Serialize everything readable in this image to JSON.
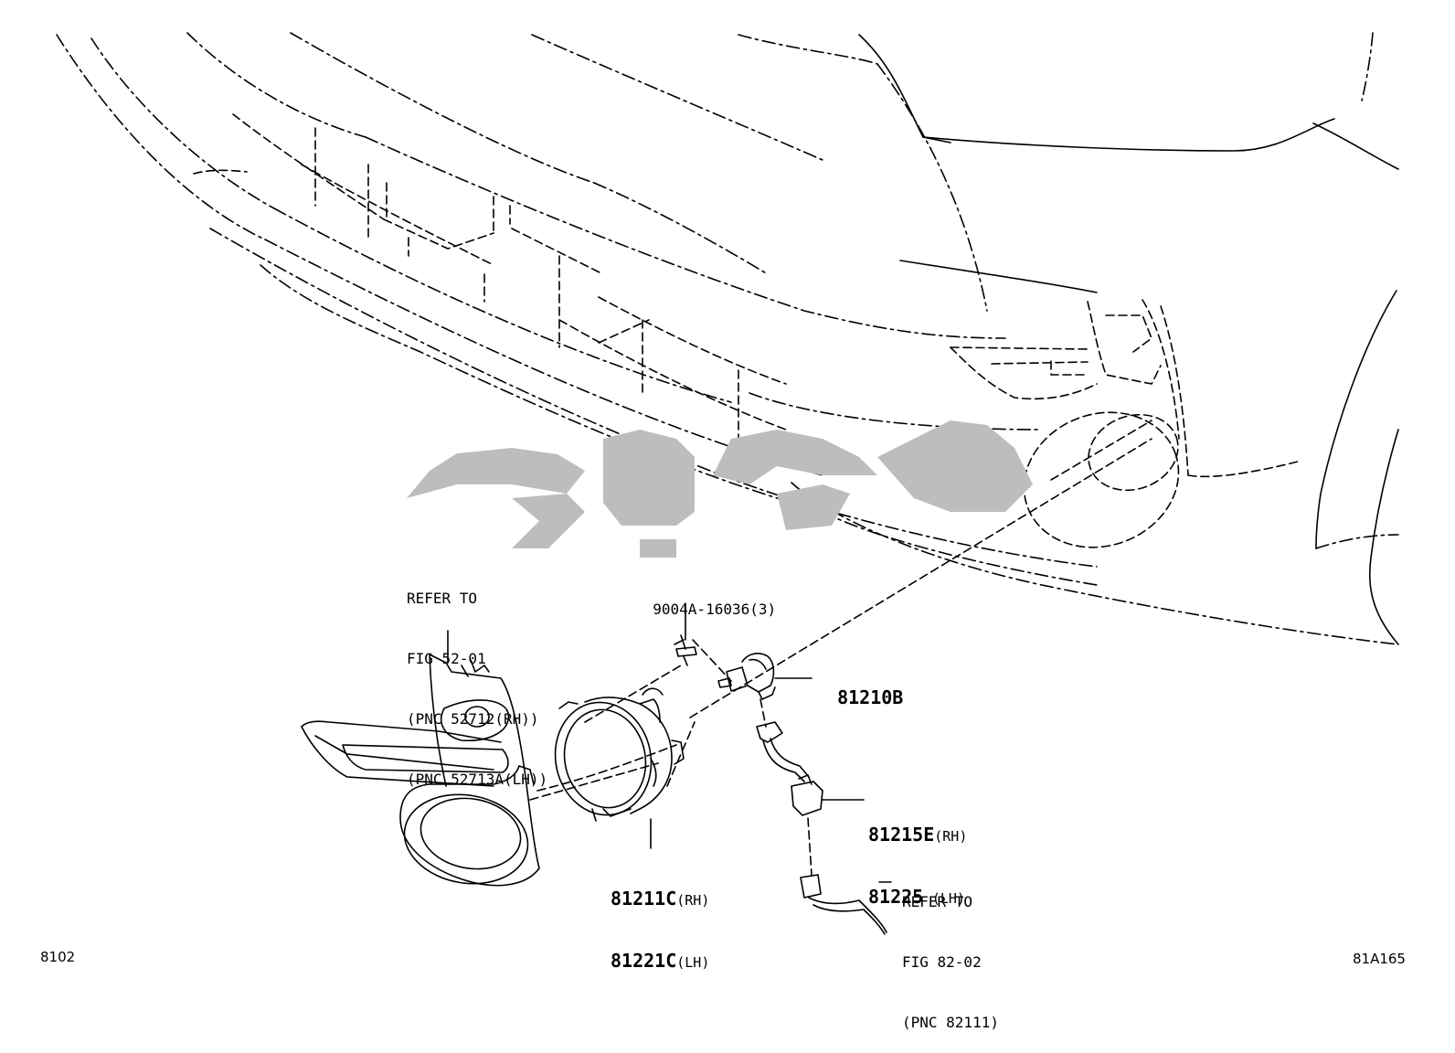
{
  "labels": {
    "refer_bumper": [
      "REFER TO",
      "FIG 52-01",
      "(PNC 52712(RH))",
      "(PNC 52713A(LH))"
    ],
    "bolt": "9004A-16036(3)",
    "bulb": "81210B",
    "socket_rh_code": "81215E",
    "socket_rh_side": "(RH)",
    "socket_lh_code": "81225",
    "socket_lh_side": "(LH)",
    "lamp_rh_code": "81211C",
    "lamp_rh_side": "(RH)",
    "lamp_lh_code": "81221C",
    "lamp_lh_side": "(LH)",
    "refer_wiring": [
      "REFER TO",
      "FIG 82-02",
      "(PNC 82111)"
    ]
  },
  "footer": {
    "left_code": "8102",
    "right_code": "81A165"
  },
  "watermark_text": "تویوتا"
}
